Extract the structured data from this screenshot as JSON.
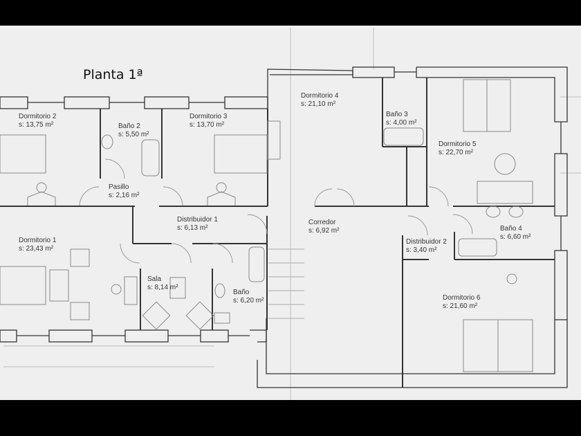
{
  "title": "Planta 1ª",
  "rooms": [
    {
      "name": "Dormitorio 2",
      "area": "s: 13,75 m²"
    },
    {
      "name": "Baño 2",
      "area": "s: 5,50 m²"
    },
    {
      "name": "Dormitorio 3",
      "area": "s: 13,70 m²"
    },
    {
      "name": "Dormitorio 4",
      "area": "s: 21,10 m²"
    },
    {
      "name": "Baño 3",
      "area": "s: 4,00 m²"
    },
    {
      "name": "Dormitorio 5",
      "area": "s: 22,70 m²"
    },
    {
      "name": "Pasillo",
      "area": "s: 2,16 m²"
    },
    {
      "name": "Distribuidor 1",
      "area": "s: 6,13 m²"
    },
    {
      "name": "Corredor",
      "area": "s: 6,92 m²"
    },
    {
      "name": "Dormitorio 1",
      "area": "s: 23,43 m²"
    },
    {
      "name": "Sala",
      "area": "s: 8,14 m²"
    },
    {
      "name": "Baño",
      "area": "s: 6,20 m²"
    },
    {
      "name": "Distribuidor 2",
      "area": "s: 3,40 m²"
    },
    {
      "name": "Baño 4",
      "area": "s: 6,60 m²"
    },
    {
      "name": "Dormitorio 6",
      "area": "s: 21,60 m²"
    }
  ]
}
